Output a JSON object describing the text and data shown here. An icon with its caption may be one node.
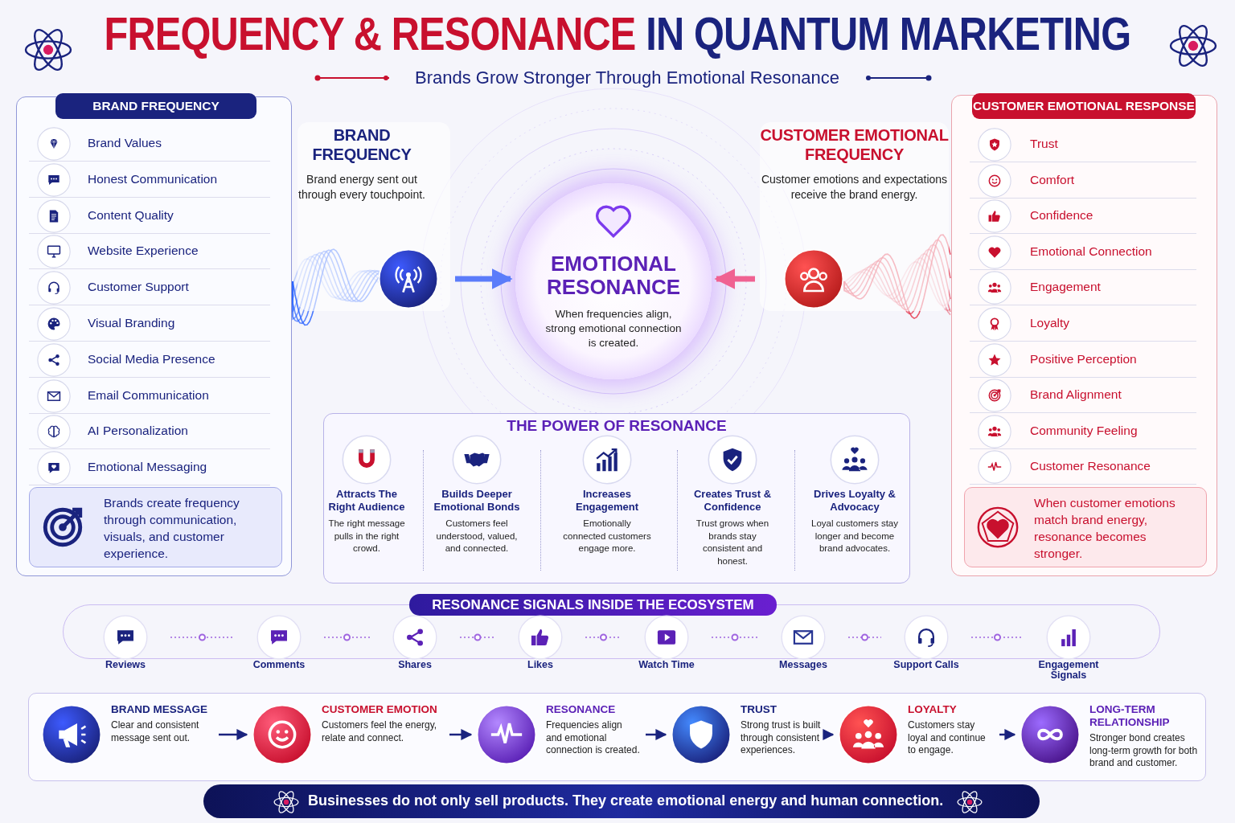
{
  "diagram": {
    "title": "FREQUENCY & RESONANCE IN QUANTUM MARKETING",
    "nodes": [
      {
        "text": [
          "BRAND FREQUENCY"
        ]
      },
      {
        "text": [
          "Brand Values"
        ],
        "in": 0
      },
      {
        "text": [
          "Honest Communication"
        ],
        "in": 0
      },
      {
        "text": [
          "Content Quality"
        ],
        "in": 0
      },
      {
        "text": [
          "Website Experience"
        ],
        "in": 0
      },
      {
        "text": [
          "Customer Support"
        ],
        "in": 0
      },
      {
        "text": [
          "Visual Branding"
        ],
        "in": 0
      },
      {
        "text": [
          "Social Media Presence"
        ],
        "in": 0
      },
      {
        "text": [
          "Email Communication"
        ],
        "in": 0
      },
      {
        "text": [
          "AI Personalization"
        ],
        "in": 0
      },
      {
        "text": [
          "Emotional Messaging"
        ],
        "in": 0
      },
      {
        "text": [
          "Brands create frequency through communication, visuals, and customer experience."
        ],
        "in": 0
      },
      {
        "text": [
          "CUSTOMER EMOTIONAL RESPONSE"
        ]
      },
      {
        "text": [
          "Trust"
        ],
        "in": 12
      },
      {
        "text": [
          "Comfort"
        ],
        "in": 12
      },
      {
        "text": [
          "Confidence"
        ],
        "in": 12
      },
      {
        "text": [
          "Emotional Connection"
        ],
        "in": 12
      },
      {
        "text": [
          "Engagement"
        ],
        "in": 12
      },
      {
        "text": [
          "Loyalty"
        ],
        "in": 12
      },
      {
        "text": [
          "Positive Perception"
        ],
        "in": 12
      },
      {
        "text": [
          "Brand Alignment"
        ],
        "in": 12
      },
      {
        "text": [
          "Community Feeling"
        ],
        "in": 12
      },
      {
        "text": [
          "Customer Resonance"
        ],
        "in": 12
      },
      {
        "text": [
          "When customer emotions match brand energy, resonance becomes stronger."
        ],
        "in": 12
      },
      {
        "text": [
          "BRAND FREQUENCY",
          "Brand energy sent out through every touchpoint."
        ]
      },
      {
        "text": [
          "CUSTOMER EMOTIONAL FREQUENCY",
          "Customer emotions and expectations receive the brand energy."
        ]
      },
      {
        "text": [
          "EMOTIONAL RESONANCE",
          "When frequencies align, strong emotional connection is created."
        ]
      },
      {
        "text": [
          "THE POWER OF RESONANCE"
        ]
      },
      {
        "text": [
          "Attracts The Right Audience",
          "The right message pulls in the right crowd."
        ],
        "in": 27
      },
      {
        "text": [
          "Builds Deeper Emotional Bonds",
          "Customers feel understood, valued, and connected."
        ],
        "in": 27
      },
      {
        "text": [
          "Increases Engagement",
          "Emotionally connected customers engage more."
        ],
        "in": 27
      },
      {
        "text": [
          "Creates Trust & Confidence",
          "Trust grows when brands stay consistent and honest."
        ],
        "in": 27
      },
      {
        "text": [
          "Drives Loyalty & Advocacy",
          "Loyal customers stay longer and become brand advocates."
        ],
        "in": 27
      },
      {
        "text": [
          "RESONANCE SIGNALS INSIDE THE ECOSYSTEM"
        ]
      },
      {
        "text": [
          "Reviews"
        ],
        "in": 33
      },
      {
        "text": [
          "Comments"
        ],
        "in": 33
      },
      {
        "text": [
          "Shares"
        ],
        "in": 33
      },
      {
        "text": [
          "Likes"
        ],
        "in": 33
      },
      {
        "text": [
          "Watch Time"
        ],
        "in": 33
      },
      {
        "text": [
          "Messages"
        ],
        "in": 33
      },
      {
        "text": [
          "Support Calls"
        ],
        "in": 33
      },
      {
        "text": [
          "Engagement Signals"
        ],
        "in": 33
      },
      {
        "text": [],
        "shape": "box"
      },
      {
        "text": [
          "BRAND MESSAGE",
          "Clear and consistent message sent out."
        ],
        "in": 42
      },
      {
        "text": [
          "CUSTOMER EMOTION",
          "Customers feel the energy, relate and connect."
        ],
        "in": 42
      },
      {
        "text": [
          "RESONANCE",
          "Frequencies align and emotional connection is created."
        ],
        "in": 42
      },
      {
        "text": [
          "TRUST",
          "Strong trust is built through consistent experiences."
        ],
        "in": 42
      },
      {
        "text": [
          "LOYALTY",
          "Customers stay loyal and continue to engage."
        ],
        "in": 42
      },
      {
        "text": [
          "LONG-TERM RELATIONSHIP",
          "Stronger bond creates long-term growth for both brand and customer."
        ],
        "in": 42
      },
      {
        "text": [
          "Businesses do not only sell products. They create emotional energy and human connection."
        ]
      }
    ],
    "edges": [
      {
        "from": 24,
        "to": 26,
        "arrow": "to",
        "style": "thick",
        "color": "#5b7cfa"
      },
      {
        "from": 25,
        "to": 26,
        "arrow": "to",
        "style": "thick",
        "color": "#f06292"
      },
      {
        "from": 34,
        "to": 35,
        "arrow": "none",
        "style": "dashed"
      },
      {
        "from": 35,
        "to": 36,
        "arrow": "none",
        "style": "dashed"
      },
      {
        "from": 36,
        "to": 37,
        "arrow": "none",
        "style": "dashed"
      },
      {
        "from": 37,
        "to": 38,
        "arrow": "none",
        "style": "dashed"
      },
      {
        "from": 38,
        "to": 39,
        "arrow": "none",
        "style": "dashed"
      },
      {
        "from": 39,
        "to": 40,
        "arrow": "none",
        "style": "dashed"
      },
      {
        "from": 40,
        "to": 41,
        "arrow": "none",
        "style": "dashed"
      },
      {
        "from": 43,
        "to": 44,
        "arrow": "to",
        "color": "#1a237e"
      },
      {
        "from": 44,
        "to": 45,
        "arrow": "to",
        "color": "#1a237e"
      },
      {
        "from": 45,
        "to": 46,
        "arrow": "to",
        "color": "#1a237e"
      },
      {
        "from": 46,
        "to": 47,
        "arrow": "to",
        "color": "#1a237e"
      },
      {
        "from": 47,
        "to": 48,
        "arrow": "to",
        "color": "#1a237e"
      }
    ],
    "labels": [
      "Brands Grow Stronger Through Emotional Resonance"
    ]
  }
}
